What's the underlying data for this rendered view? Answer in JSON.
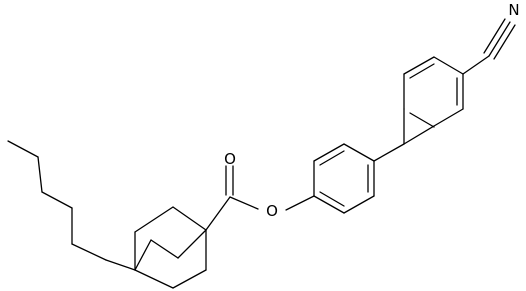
{
  "diagram": {
    "atom_labels": {
      "carbonyl_oxygen": "O",
      "ester_oxygen": "O",
      "nitrile_nitrogen": "N"
    },
    "colors": {
      "bond": "#000000",
      "label": "#000000",
      "background": "#ffffff"
    }
  }
}
